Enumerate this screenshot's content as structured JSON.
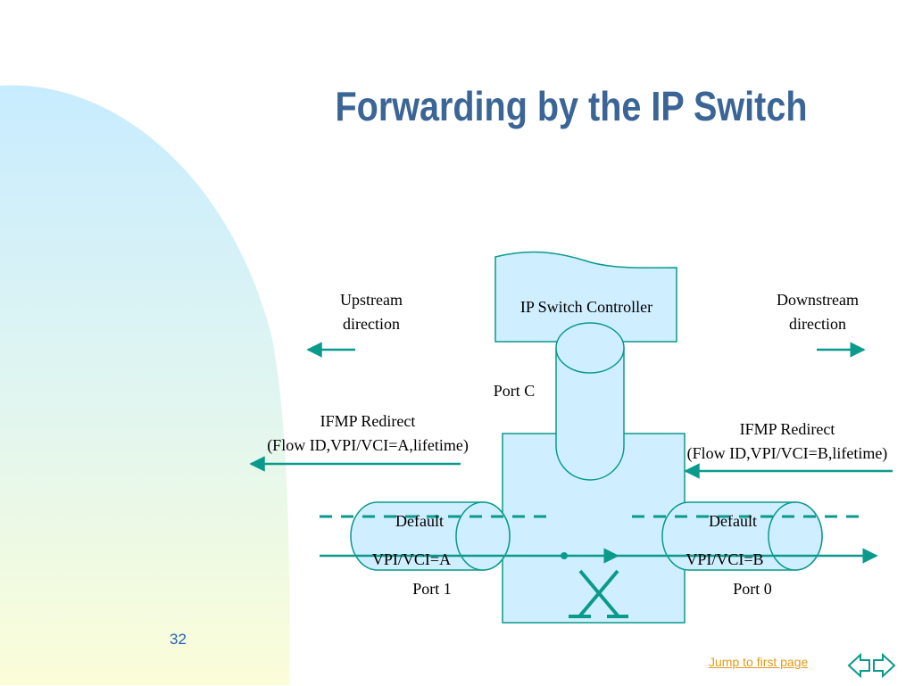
{
  "slide": {
    "title": "Forwarding by the IP Switch",
    "page_number": "32",
    "jump_link": "Jump to first page",
    "nav_icon": "back-forward-arrows-icon"
  },
  "diagram": {
    "controller_label": "IP Switch Controller",
    "port_c": "Port C",
    "upstream_line1": "Upstream",
    "upstream_line2": "direction",
    "downstream_line1": "Downstream",
    "downstream_line2": "direction",
    "left_redirect_line1": "IFMP Redirect",
    "left_redirect_line2": "(Flow ID,VPI/VCI=A,lifetime)",
    "right_redirect_line1": "IFMP Redirect",
    "right_redirect_line2": "(Flow ID,VPI/VCI=B,lifetime)",
    "left_default": "Default",
    "right_default": "Default",
    "left_vpi": "VPI/VCI=A",
    "right_vpi": "VPI/VCI=B",
    "port_1": "Port 1",
    "port_0": "Port 0",
    "colors": {
      "teal": "#0a9a8c",
      "fill": "#cfeeff",
      "title": "#3a6596",
      "link": "#e39a1a"
    }
  }
}
